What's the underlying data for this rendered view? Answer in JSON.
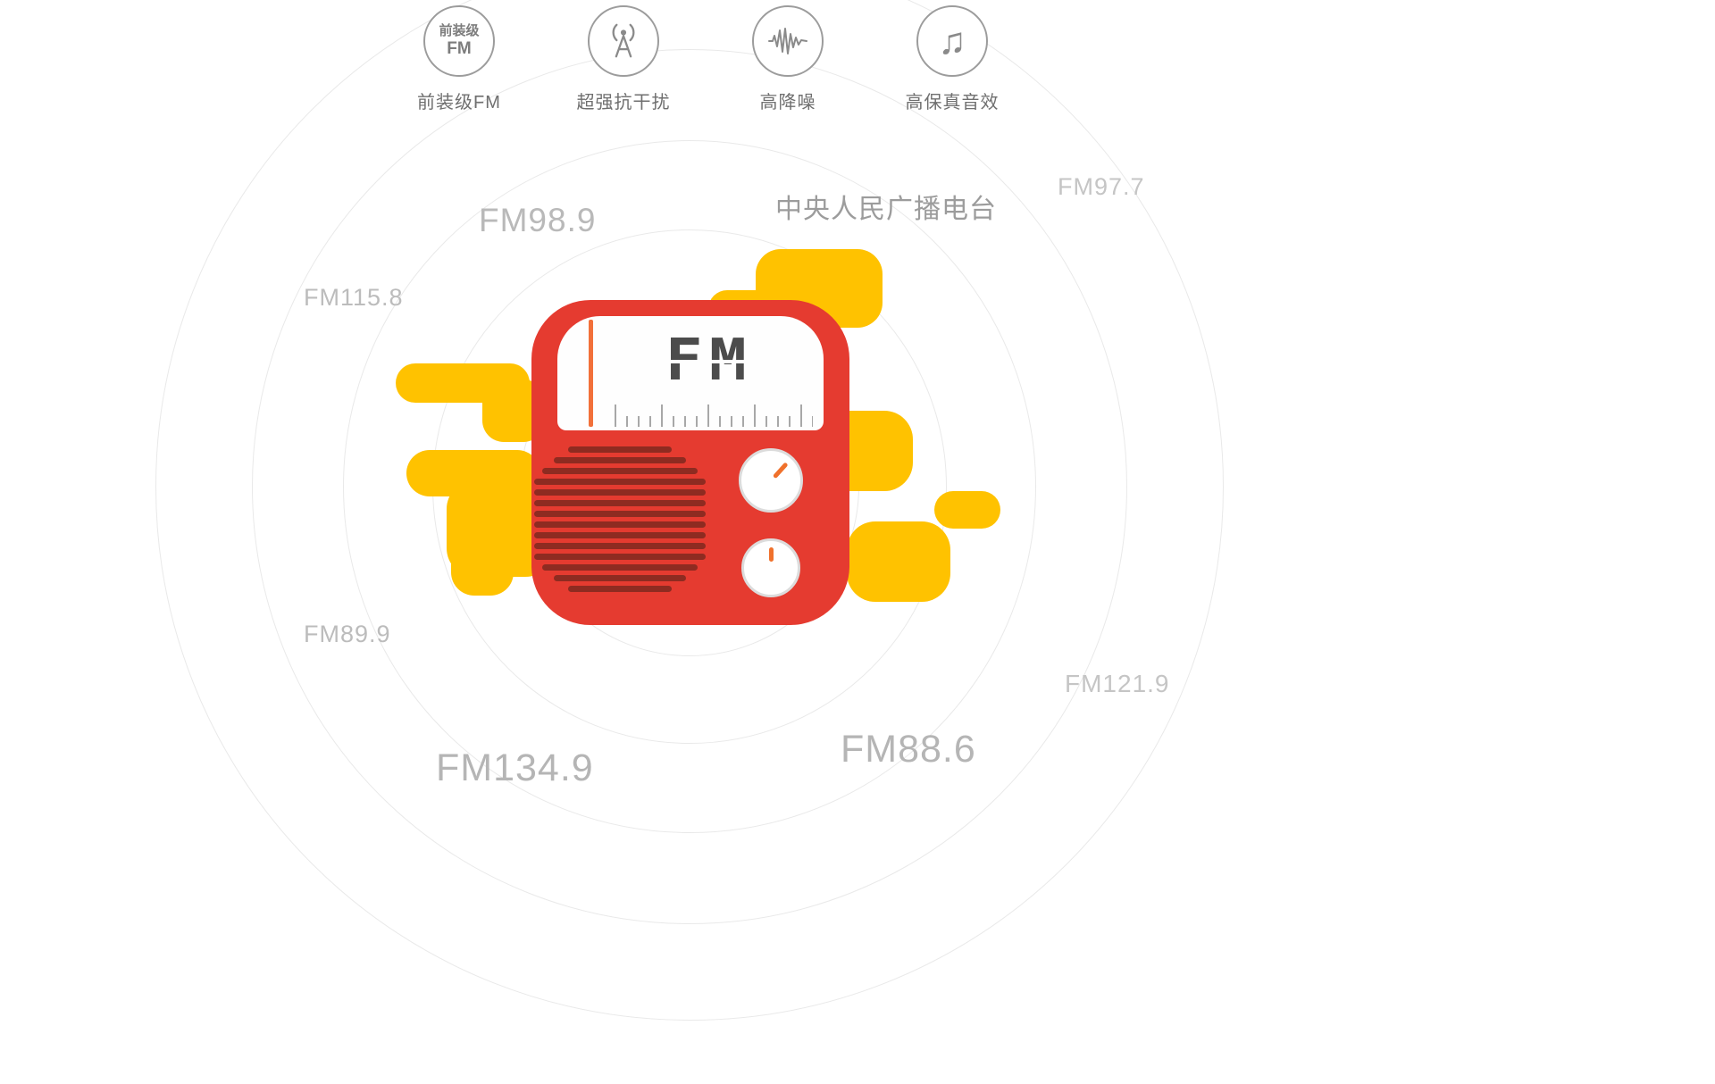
{
  "features": [
    {
      "name": "oem-fm",
      "label": "前装级FM",
      "badge_top": "前装级",
      "badge_bottom": "FM"
    },
    {
      "name": "anti-interference",
      "label": "超强抗干扰"
    },
    {
      "name": "noise-reduction",
      "label": "高降噪"
    },
    {
      "name": "hifi-sound",
      "label": "高保真音效"
    }
  ],
  "radio": {
    "display_text": "FM"
  },
  "stations": [
    {
      "text": "FM98.9"
    },
    {
      "text": "中央人民广播电台"
    },
    {
      "text": "FM97.7"
    },
    {
      "text": "FM115.8"
    },
    {
      "text": "FM89.9"
    },
    {
      "text": "FM134.9"
    },
    {
      "text": "FM88.6"
    },
    {
      "text": "FM121.9"
    }
  ],
  "icons": [
    "fm-badge-icon",
    "broadcast-antenna-icon",
    "waveform-icon",
    "music-note-icon"
  ],
  "music_note_glyph": "♫",
  "colors": {
    "radio_red": "#E53B30",
    "grille_dark_red": "#8E2B21",
    "blob_yellow": "#FFC200",
    "accent_orange": "#F0712C",
    "circle_gray": "#E9E9E9",
    "label_gray": "#BDBDBD"
  }
}
